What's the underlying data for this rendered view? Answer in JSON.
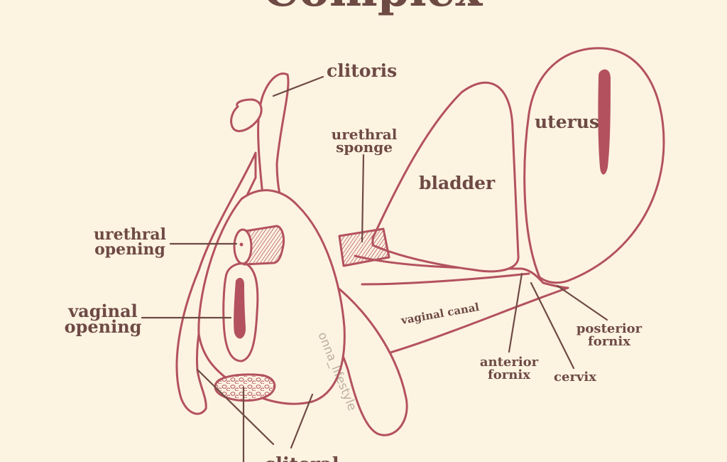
{
  "title": "Complex",
  "labels": {
    "clitoris": "clitoris",
    "urethral_sponge": [
      "urethral",
      "sponge"
    ],
    "bladder": "bladder",
    "uterus": "uterus",
    "urethral_opening": [
      "urethral",
      "opening"
    ],
    "vaginal_opening": [
      "vaginal",
      "opening"
    ],
    "vaginal_canal": "vaginal canal",
    "posterior_fornix": [
      "posterior",
      "fornix"
    ],
    "anterior_fornix": [
      "anterior",
      "fornix"
    ],
    "cervix": "cervix",
    "bottom_partial": "clitoral"
  },
  "watermark": "onna_lifestyle",
  "colors": {
    "background": "#fdf3e1",
    "outline": "#b3525e",
    "text": "#6e4a45"
  }
}
